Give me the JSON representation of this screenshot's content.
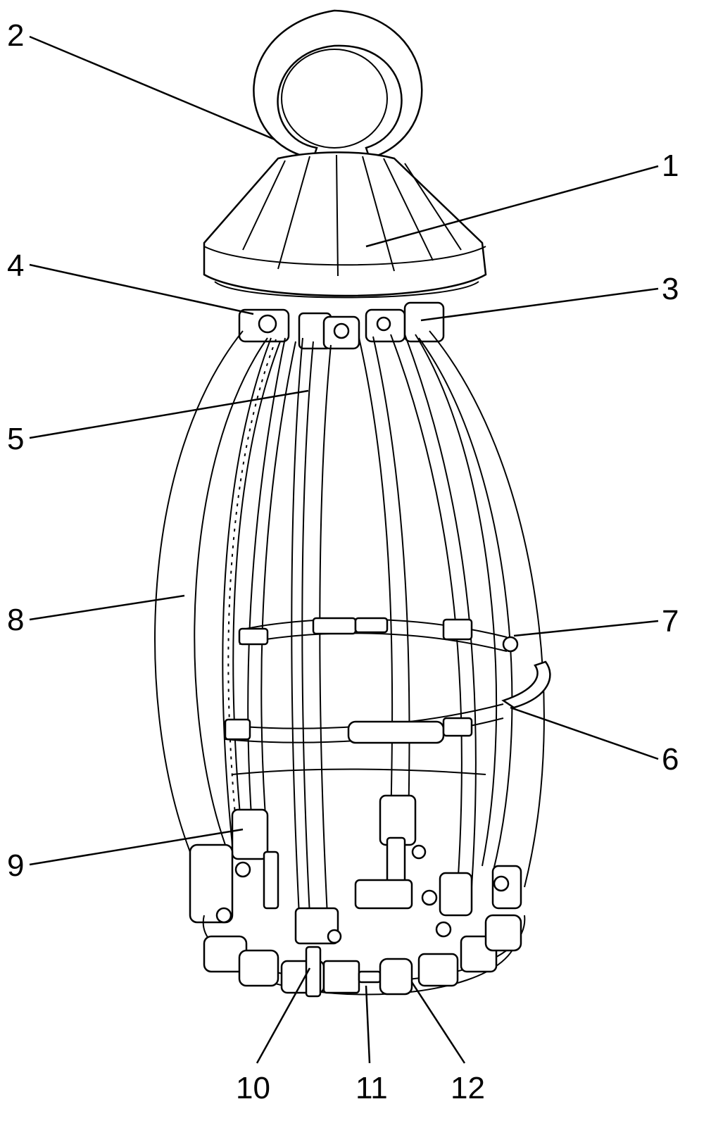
{
  "figure": {
    "labels": [
      {
        "id": "1",
        "text": "1"
      },
      {
        "id": "2",
        "text": "2"
      },
      {
        "id": "3",
        "text": "3"
      },
      {
        "id": "4",
        "text": "4"
      },
      {
        "id": "5",
        "text": "5"
      },
      {
        "id": "6",
        "text": "6"
      },
      {
        "id": "7",
        "text": "7"
      },
      {
        "id": "8",
        "text": "8"
      },
      {
        "id": "9",
        "text": "9"
      },
      {
        "id": "10",
        "text": "10"
      },
      {
        "id": "11",
        "text": "11"
      },
      {
        "id": "12",
        "text": "12"
      }
    ],
    "colors": {
      "line": "#000000",
      "background": "#ffffff"
    }
  }
}
